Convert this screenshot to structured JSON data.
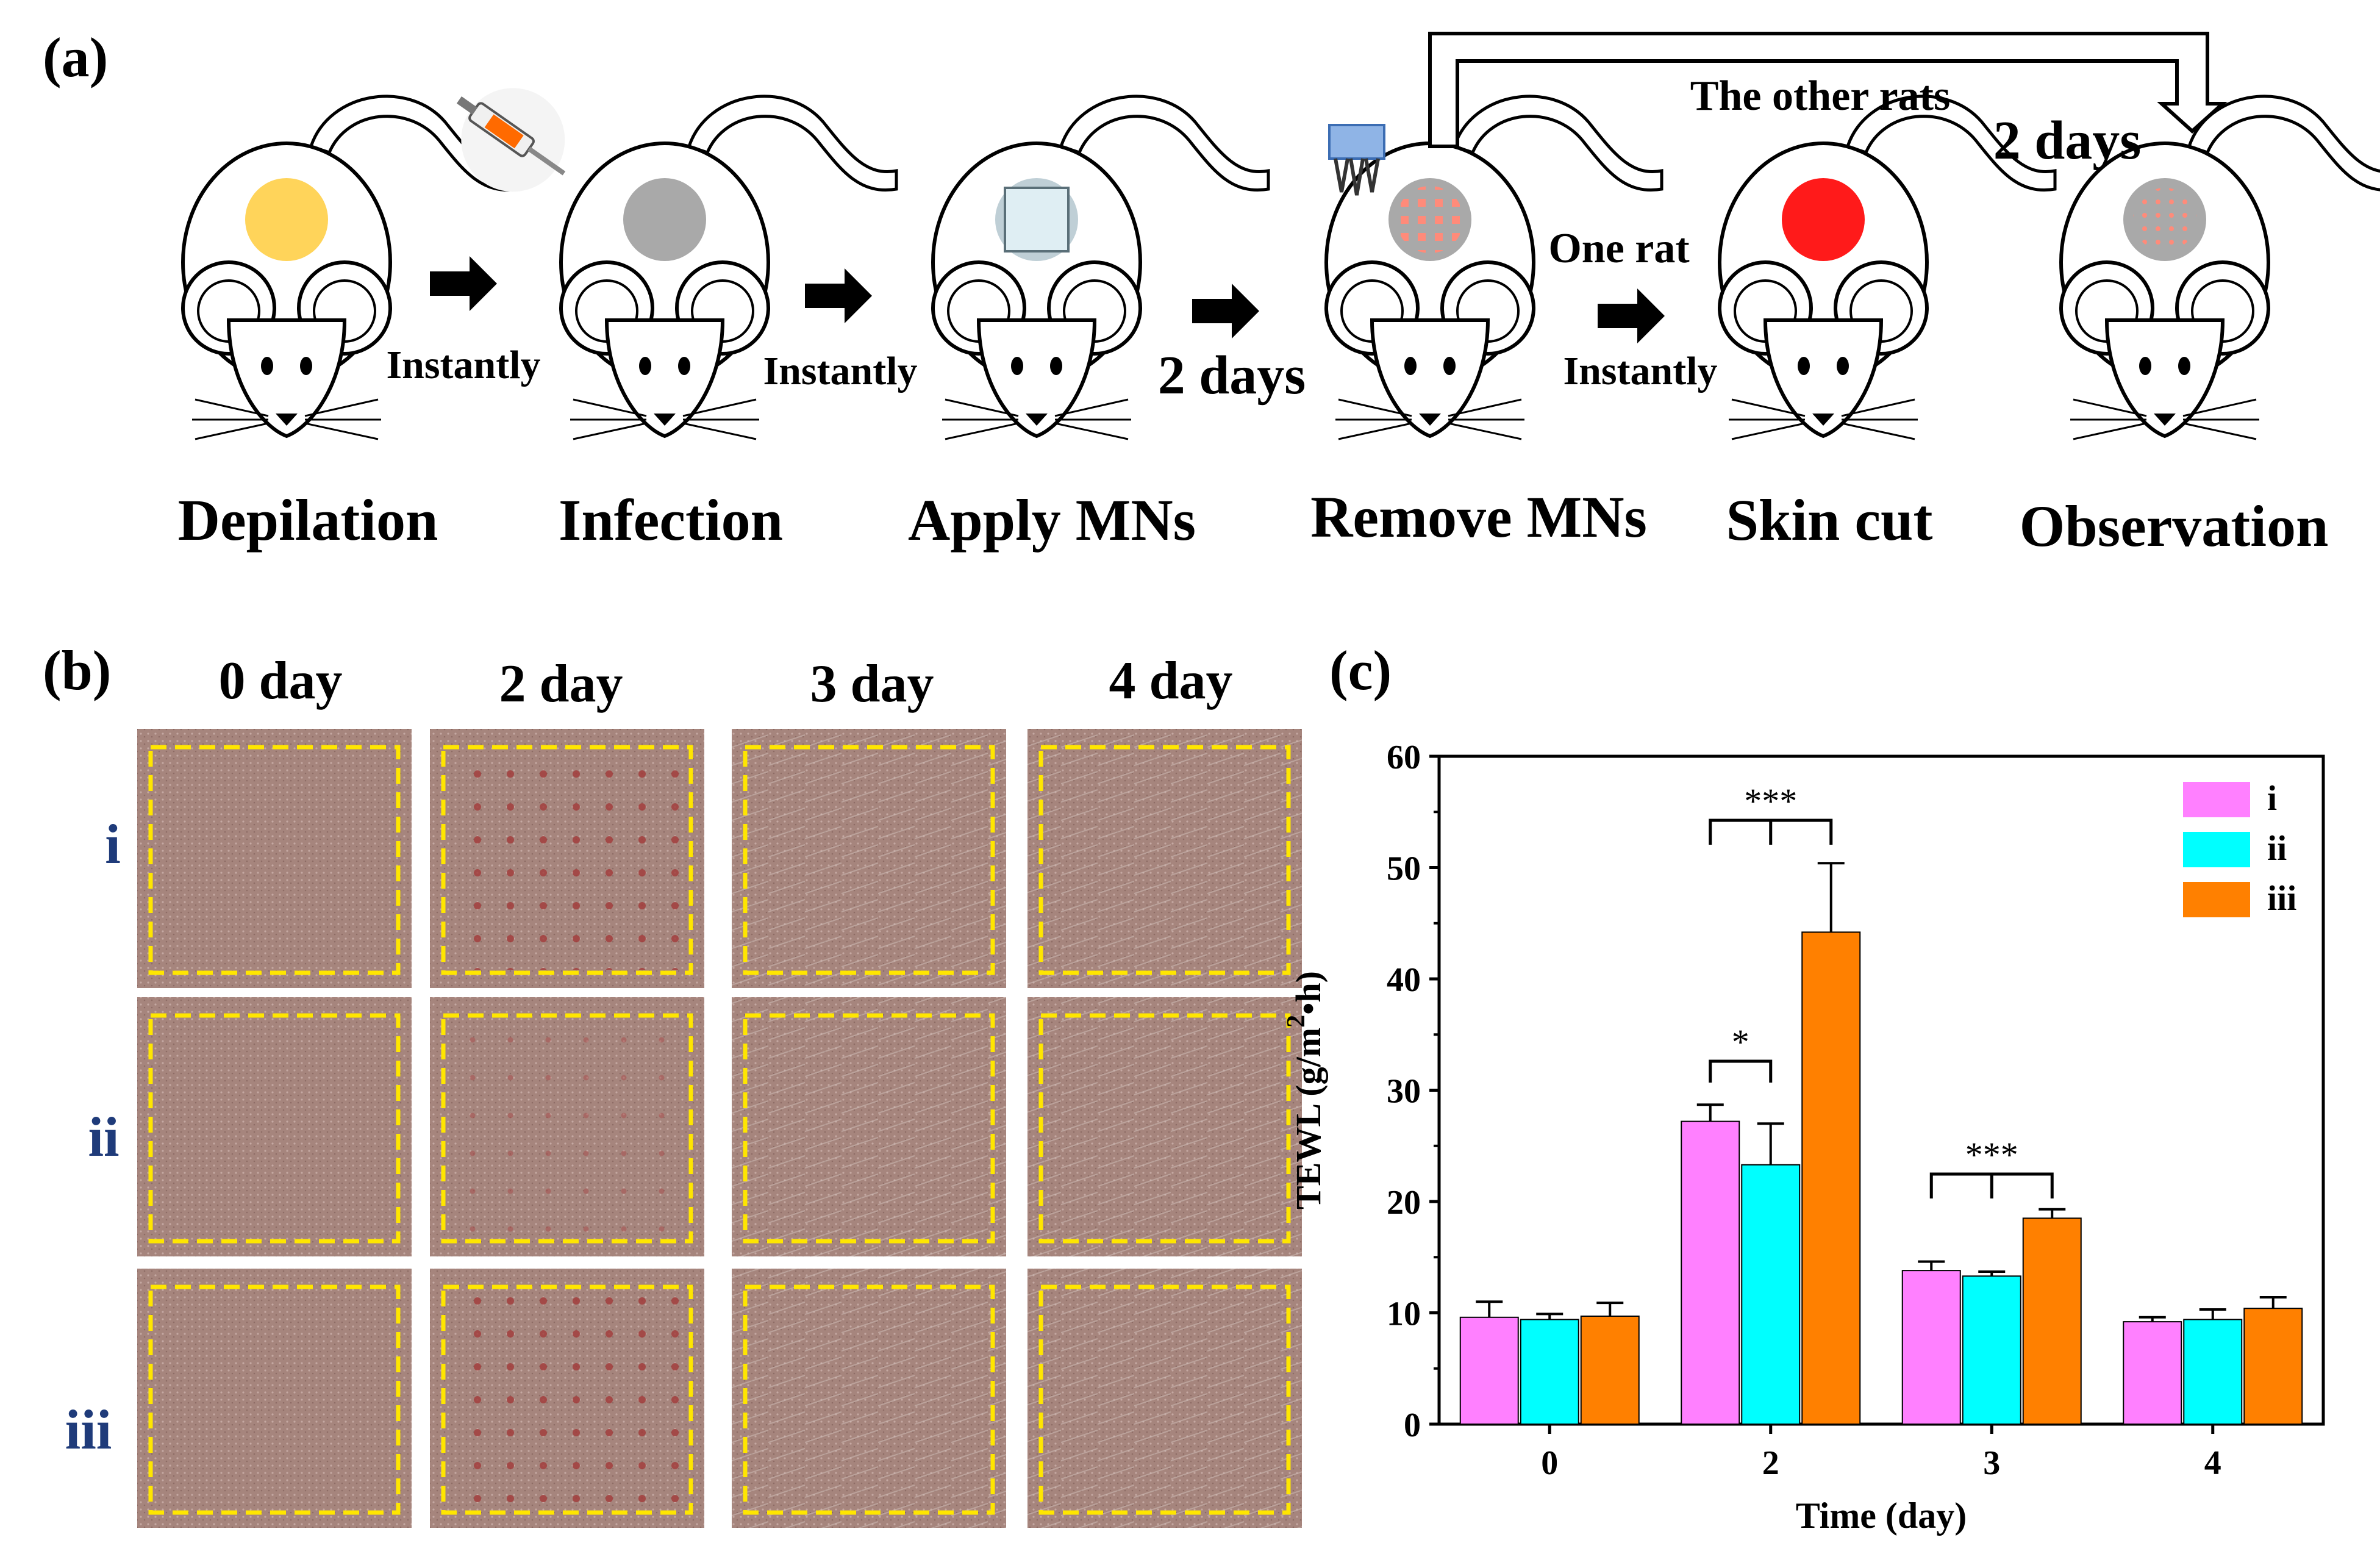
{
  "panel_a": {
    "label": "(a)",
    "steps": [
      "Depilation",
      "Infection",
      "Apply MNs",
      "Remove MNs",
      "Skin cut",
      "Observation"
    ],
    "transitions": [
      "Instantly",
      "Instantly",
      "2 days",
      "Instantly"
    ],
    "branch_one": "One rat",
    "branch_other": "The other rats",
    "branch_other_time": "2 days",
    "spot_colors": [
      "#ffd45a",
      "#a9a9a9",
      "#bfcfd6",
      "#a9a9a9",
      "#ff1a1a",
      "#a9a9a9"
    ]
  },
  "panel_b": {
    "label": "(b)",
    "columns": [
      "0 day",
      "2 day",
      "3 day",
      "4 day"
    ],
    "rows": [
      "i",
      "ii",
      "iii"
    ],
    "row_label_color": "#1f3b7a",
    "box_color": "#ffe600"
  },
  "chart_data": {
    "panel_label": "(c)",
    "type": "bar",
    "categories": [
      "0",
      "2",
      "3",
      "4"
    ],
    "xlabel": "Time (day)",
    "ylabel_main": "TEWL (g/m",
    "ylabel_sup": "2",
    "ylabel_end": "•h)",
    "ylim": [
      0,
      60
    ],
    "yticks": [
      0,
      10,
      20,
      30,
      40,
      50,
      60
    ],
    "legend_position": "top-right",
    "series": [
      {
        "name": "i",
        "color": "#ff80ff",
        "values": [
          9.6,
          27.2,
          13.8,
          9.2
        ],
        "errors": [
          1.4,
          1.5,
          0.8,
          0.4
        ]
      },
      {
        "name": "ii",
        "color": "#00ffff",
        "values": [
          9.4,
          23.3,
          13.3,
          9.4
        ],
        "errors": [
          0.5,
          3.7,
          0.4,
          0.9
        ]
      },
      {
        "name": "iii",
        "color": "#ff8000",
        "values": [
          9.7,
          44.2,
          18.5,
          10.4
        ],
        "errors": [
          1.2,
          6.2,
          0.8,
          1.0
        ]
      }
    ],
    "significance": [
      {
        "label": "***",
        "category": "2",
        "from_series": 0,
        "to_series": 2
      },
      {
        "label": "*",
        "category": "2",
        "from_series": 0,
        "to_series": 1
      },
      {
        "label": "***",
        "category": "3",
        "from_series": 0,
        "to_series": 2
      }
    ]
  }
}
